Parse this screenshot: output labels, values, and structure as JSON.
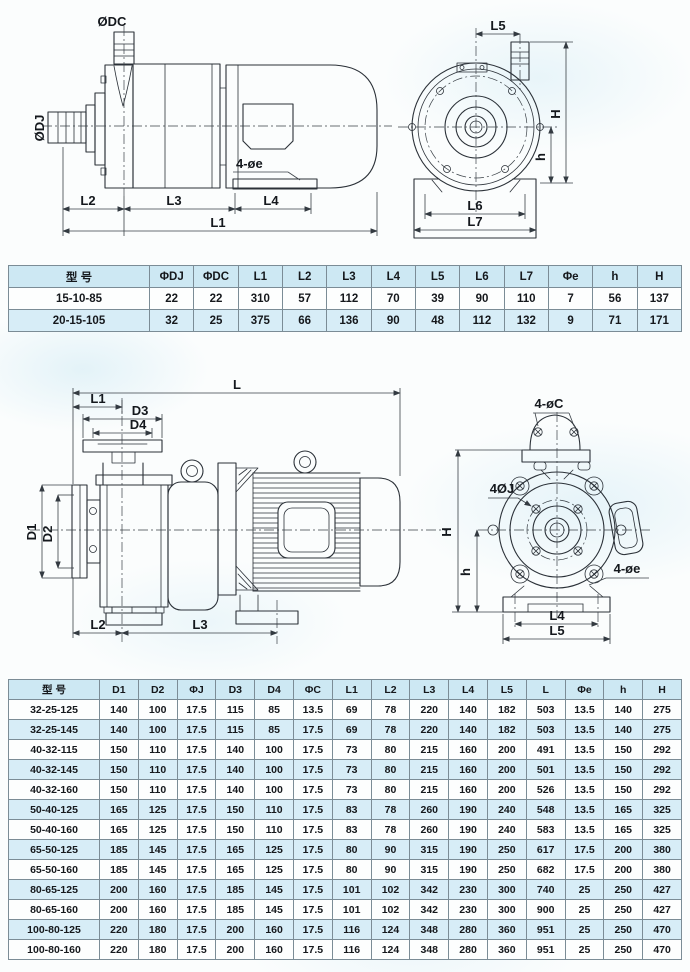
{
  "colors": {
    "table_header_bg": "#cde8f3",
    "table_row_alt_bg": "#d7edf7",
    "table_border": "#7b8c96",
    "drawing_line": "#2b3138"
  },
  "drawings": {
    "top_side": {
      "label_dc": "ØDC",
      "label_dj": "ØDJ",
      "label_holes": "4-øe",
      "dim_l2": "L2",
      "dim_l3": "L3",
      "dim_l4": "L4",
      "dim_l1": "L1"
    },
    "top_front": {
      "dim_l5": "L5",
      "dim_h_total": "H",
      "dim_h_axis": "h",
      "dim_l6": "L6",
      "dim_l7": "L7"
    },
    "mid_side": {
      "dim_l": "L",
      "dim_l1": "L1",
      "dim_d3": "D3",
      "dim_d4": "D4",
      "dim_d1": "D1",
      "dim_d2": "D2",
      "dim_l2": "L2",
      "dim_l3": "L3"
    },
    "mid_front": {
      "label_holes_c": "4-øC",
      "label_bolt_circle": "4ØJ",
      "dim_h_total": "H",
      "dim_h_axis": "h",
      "label_holes_e": "4-øe",
      "dim_l4": "L4",
      "dim_l5": "L5"
    }
  },
  "table1": {
    "headers": [
      "型 号",
      "ΦDJ",
      "ΦDC",
      "L1",
      "L2",
      "L3",
      "L4",
      "L5",
      "L6",
      "L7",
      "Φe",
      "h",
      "H"
    ],
    "rows": [
      [
        "15-10-85",
        "22",
        "22",
        "310",
        "57",
        "112",
        "70",
        "39",
        "90",
        "110",
        "7",
        "56",
        "137"
      ],
      [
        "20-15-105",
        "32",
        "25",
        "375",
        "66",
        "136",
        "90",
        "48",
        "112",
        "132",
        "9",
        "71",
        "171"
      ]
    ]
  },
  "table2": {
    "headers": [
      "型 号",
      "D1",
      "D2",
      "ΦJ",
      "D3",
      "D4",
      "ΦC",
      "L1",
      "L2",
      "L3",
      "L4",
      "L5",
      "L",
      "Φe",
      "h",
      "H"
    ],
    "rows": [
      [
        "32-25-125",
        "140",
        "100",
        "17.5",
        "115",
        "85",
        "13.5",
        "69",
        "78",
        "220",
        "140",
        "182",
        "503",
        "13.5",
        "140",
        "275"
      ],
      [
        "32-25-145",
        "140",
        "100",
        "17.5",
        "115",
        "85",
        "17.5",
        "69",
        "78",
        "220",
        "140",
        "182",
        "503",
        "13.5",
        "140",
        "275"
      ],
      [
        "40-32-115",
        "150",
        "110",
        "17.5",
        "140",
        "100",
        "17.5",
        "73",
        "80",
        "215",
        "160",
        "200",
        "491",
        "13.5",
        "150",
        "292"
      ],
      [
        "40-32-145",
        "150",
        "110",
        "17.5",
        "140",
        "100",
        "17.5",
        "73",
        "80",
        "215",
        "160",
        "200",
        "501",
        "13.5",
        "150",
        "292"
      ],
      [
        "40-32-160",
        "150",
        "110",
        "17.5",
        "140",
        "100",
        "17.5",
        "73",
        "80",
        "215",
        "160",
        "200",
        "526",
        "13.5",
        "150",
        "292"
      ],
      [
        "50-40-125",
        "165",
        "125",
        "17.5",
        "150",
        "110",
        "17.5",
        "83",
        "78",
        "260",
        "190",
        "240",
        "548",
        "13.5",
        "165",
        "325"
      ],
      [
        "50-40-160",
        "165",
        "125",
        "17.5",
        "150",
        "110",
        "17.5",
        "83",
        "78",
        "260",
        "190",
        "240",
        "583",
        "13.5",
        "165",
        "325"
      ],
      [
        "65-50-125",
        "185",
        "145",
        "17.5",
        "165",
        "125",
        "17.5",
        "80",
        "90",
        "315",
        "190",
        "250",
        "617",
        "17.5",
        "200",
        "380"
      ],
      [
        "65-50-160",
        "185",
        "145",
        "17.5",
        "165",
        "125",
        "17.5",
        "80",
        "90",
        "315",
        "190",
        "250",
        "682",
        "17.5",
        "200",
        "380"
      ],
      [
        "80-65-125",
        "200",
        "160",
        "17.5",
        "185",
        "145",
        "17.5",
        "101",
        "102",
        "342",
        "230",
        "300",
        "740",
        "25",
        "250",
        "427"
      ],
      [
        "80-65-160",
        "200",
        "160",
        "17.5",
        "185",
        "145",
        "17.5",
        "101",
        "102",
        "342",
        "230",
        "300",
        "900",
        "25",
        "250",
        "427"
      ],
      [
        "100-80-125",
        "220",
        "180",
        "17.5",
        "200",
        "160",
        "17.5",
        "116",
        "124",
        "348",
        "280",
        "360",
        "951",
        "25",
        "250",
        "470"
      ],
      [
        "100-80-160",
        "220",
        "180",
        "17.5",
        "200",
        "160",
        "17.5",
        "116",
        "124",
        "348",
        "280",
        "360",
        "951",
        "25",
        "250",
        "470"
      ]
    ]
  }
}
